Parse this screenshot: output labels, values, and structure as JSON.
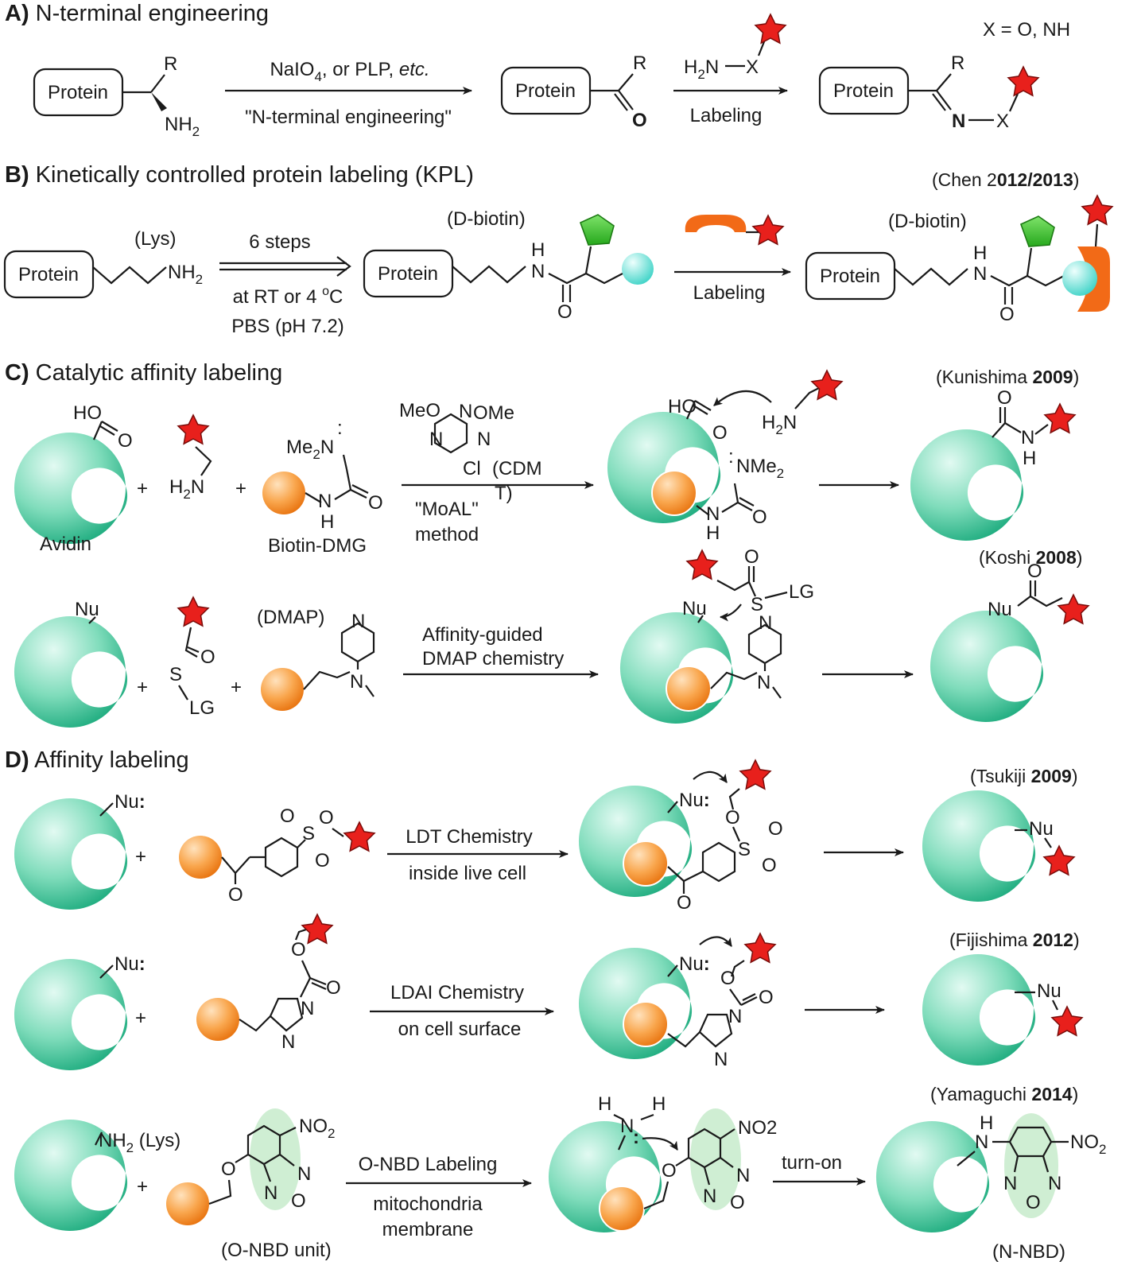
{
  "colors": {
    "protein_gradient_light": "#d9f5ec",
    "protein_gradient_dark": "#2fb98d",
    "ligand_gradient_light": "#ffd6a8",
    "ligand_gradient_dark": "#f28a1c",
    "star": "#e8201c",
    "biotin_green": "#39c226",
    "cyan_sphere": "#5fe2d7",
    "receptor_orange": "#f26a17",
    "nbd_highlight": "#bfe8c4"
  },
  "icons": [
    "protein-sphere-icon",
    "ligand-sphere-icon",
    "fluorophore-star-icon",
    "biotin-pentagon-icon",
    "reaction-arrow-icon"
  ],
  "A": {
    "header": "N-terminal engineering",
    "letter": "A)",
    "xnote": "X = O, NH",
    "protein": "Protein",
    "R": "R",
    "NH2": "NH",
    "NH2_sub": "2",
    "O": "O",
    "N": "N",
    "X": "X",
    "reagent_prefix": "NaIO",
    "reagent_sub": "4",
    "reagent_mid": ", or PLP, ",
    "reagent_it": "etc.",
    "step_label": "\"N-terminal engineering\"",
    "H2N_X_H": "H",
    "H2N_X_sub": "2",
    "H2N_X_N": "N",
    "H2N_X_X": "X",
    "label": "Labeling"
  },
  "B": {
    "header": "Kinetically controlled protein labeling (KPL)",
    "letter": "B)",
    "ref_pre": "(Chen 2",
    "ref_bold": "012/2013",
    "ref_post": ")",
    "protein": "Protein",
    "lys": "(Lys)",
    "NH2": "NH",
    "NH2_sub": "2",
    "steps": "6 steps",
    "cond1_pre": "at RT or 4 ",
    "cond1_sup": "o",
    "cond1_post": "C",
    "cond2": "PBS (pH 7.2)",
    "dbiotin": "(D-biotin)",
    "H": "H",
    "N": "N",
    "O": "O",
    "label": "Labeling"
  },
  "C": {
    "header": "Catalytic affinity labeling",
    "letter": "C)",
    "ref1_pre": "(Kunishima ",
    "ref1_bold": "2009",
    "ref1_post": ")",
    "ref2_pre": "(Koshi ",
    "ref2_bold": "2008",
    "ref2_post": ")",
    "HO": "HO",
    "O": "O",
    "H2N_H": "H",
    "H2N_sub": "2",
    "H2N_N": "N",
    "plus": "+",
    "Me2N_pre": "Me",
    "Me2N_sub": "2",
    "Me2N_post": "N",
    "lonepair": ":",
    "N": "N",
    "H": "H",
    "avidin": "Avidin",
    "biotin_dmg": "Biotin-DMG",
    "MeO": "MeO",
    "OMe": "OMe",
    "Cl": "Cl",
    "cdmt": "(CDM",
    "cdmt2": "T)",
    "moal": "\"MoAL\"",
    "method": "method",
    "NMe2_pre": "NMe",
    "NMe2_sub": "2",
    "Nu": "Nu",
    "S": "S",
    "LG": "LG",
    "dmap": "(DMAP)",
    "dmap1": "Affinity-guided",
    "dmap2": "DMAP chemistry"
  },
  "D": {
    "header": "Affinity labeling",
    "letter": "D)",
    "ref1_pre": "(Tsukiji ",
    "ref1_bold": "2009",
    "ref1_post": ")",
    "ref2_pre": "(Fijishima ",
    "ref2_bold": "2012",
    "ref2_post": ")",
    "ref3_pre": "(Yamaguchi ",
    "ref3_bold": "2014",
    "ref3_post": ")",
    "Nu": "Nu",
    "lonepair": ":",
    "plus": "+",
    "S": "S",
    "O": "O",
    "N": "N",
    "H": "H",
    "ldt1": "LDT Chemistry",
    "ldt2": "inside live cell",
    "ldai1": "LDAI Chemistry",
    "ldai2": "on cell surface",
    "NH2_pre": "NH",
    "NH2_sub": "2",
    "lys": " (Lys)",
    "NO2_pre": "NO",
    "NO2_sub": "2",
    "NO2_plain": "NO2",
    "onbd_unit": "(O-NBD unit)",
    "nnbd": "(N-NBD)",
    "onbd1": "O-NBD Labeling",
    "onbd2": "mitochondria",
    "onbd3": "membrane",
    "turnon": "turn-on"
  }
}
